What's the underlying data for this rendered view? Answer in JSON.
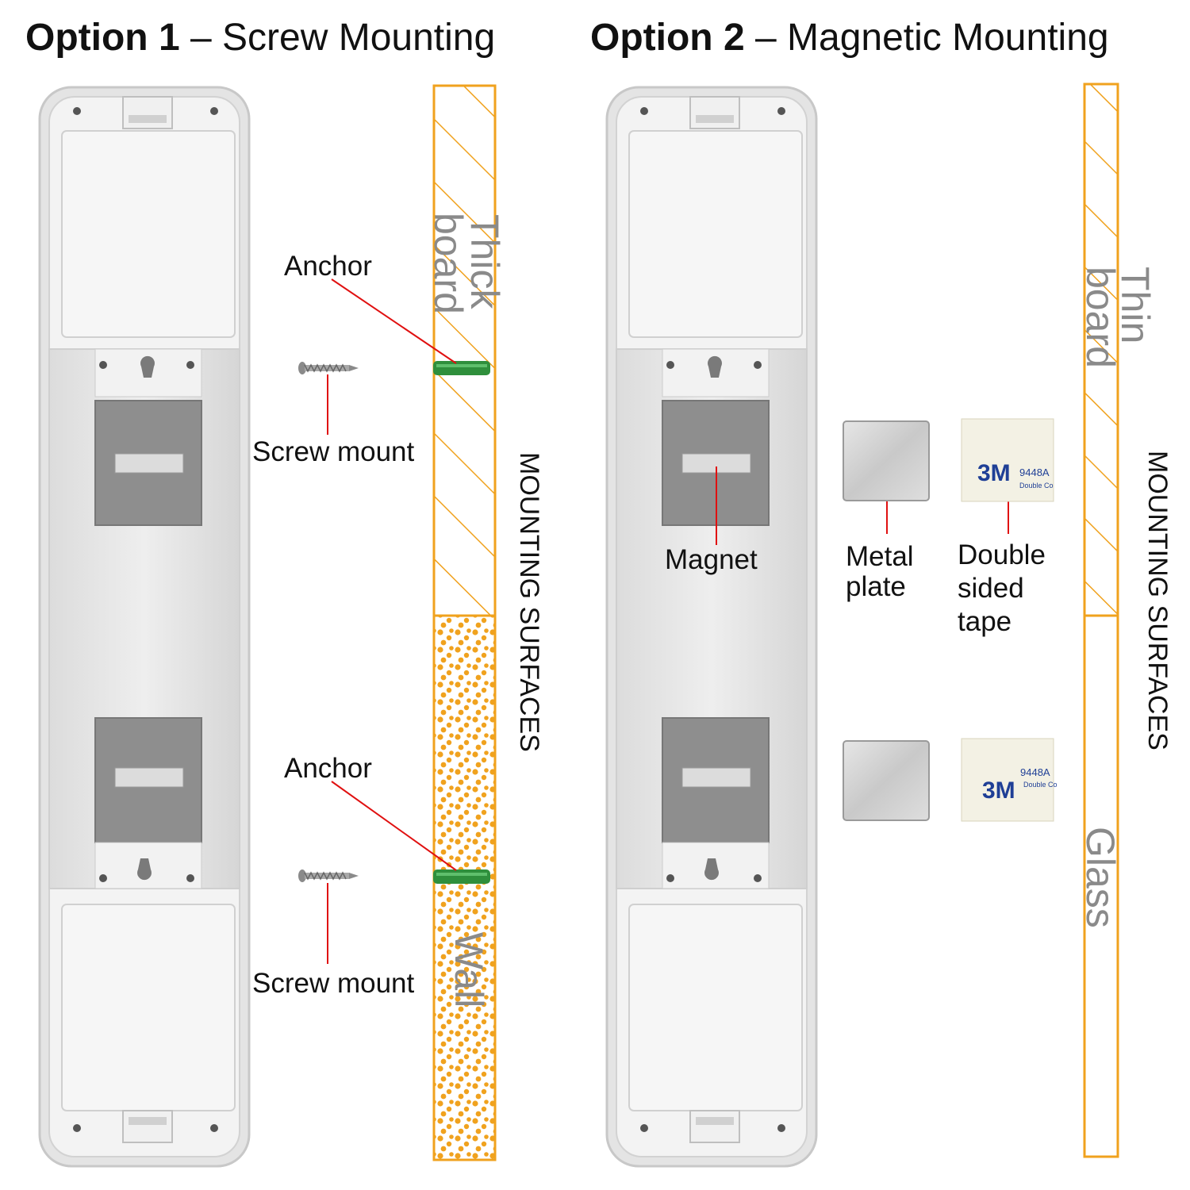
{
  "option1": {
    "title_bold": "Option 1",
    "title_rest": " – Screw Mounting",
    "anchor_top": "Anchor",
    "screw_top": "Screw mount",
    "anchor_bottom": "Anchor",
    "screw_bottom": "Screw mount",
    "surface_thick": "Thick board",
    "surface_thick_l1": "Thick",
    "surface_thick_l2": "board",
    "surface_wall": "Wall",
    "surfaces_label": "MOUNTING SURFACES"
  },
  "option2": {
    "title_bold": "Option 2",
    "title_rest": " – Magnetic Mounting",
    "magnet": "Magnet",
    "metal_plate_l1": "Metal",
    "metal_plate_l2": "plate",
    "tape_l1": "Double",
    "tape_l2": "sided",
    "tape_l3": "tape",
    "surface_thin_l1": "Thin",
    "surface_thin_l2": "board",
    "surface_glass": "Glass",
    "surfaces_label": "MOUNTING SURFACES",
    "tape_brand": "3M",
    "tape_code": "9448A",
    "tape_sub": "Double Co"
  },
  "colors": {
    "orange": "#f0a21e",
    "anchor_green": "#2f8f3c",
    "leader_red": "#e01010",
    "device_silver": "#d9d9d9",
    "panel_grey": "#8e8e8e"
  }
}
